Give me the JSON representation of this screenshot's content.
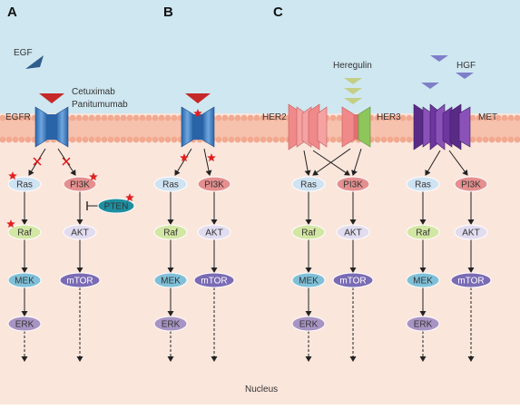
{
  "panels": [
    "A",
    "B",
    "C"
  ],
  "labels": {
    "egf": "EGF",
    "egfr": "EGFR",
    "drug1": "Cetuximab",
    "drug2": "Panitumumab",
    "heregulin": "Heregulin",
    "hgf": "HGF",
    "her2": "HER2",
    "her3": "HER3",
    "met": "MET",
    "nucleus": "Nucleus"
  },
  "nodes": {
    "ras": "Ras",
    "pi3k": "PI3K",
    "pten": "PTEN",
    "raf": "Raf",
    "akt": "AKT",
    "mek": "MEK",
    "mtor": "mTOR",
    "erk": "ERK"
  },
  "colors": {
    "extracellular": "#cfe7f1",
    "intracellular": "#fbe6dc",
    "membrane": "#f2a98f",
    "egfr": "#3d7fc4",
    "her2": "#f08a8a",
    "her3_green": "#8dc65a",
    "met": "#7b3fa6",
    "ligand_red": "#c62828",
    "heregulin": "#c3cf86",
    "hgf": "#7e7fc9",
    "mutation_star": "#e02020",
    "ras": "#cfe3f3",
    "pi3k": "#e58f8f",
    "raf": "#d3e7a4",
    "akt": "#e1dcef",
    "mek": "#7fc0d8",
    "mtor": "#7a6bb4",
    "erk": "#a894c4",
    "pten": "#1e8fa0"
  },
  "icons": [
    "mutation-star-icon",
    "inhibition-bar-icon",
    "arrow-icon"
  ]
}
